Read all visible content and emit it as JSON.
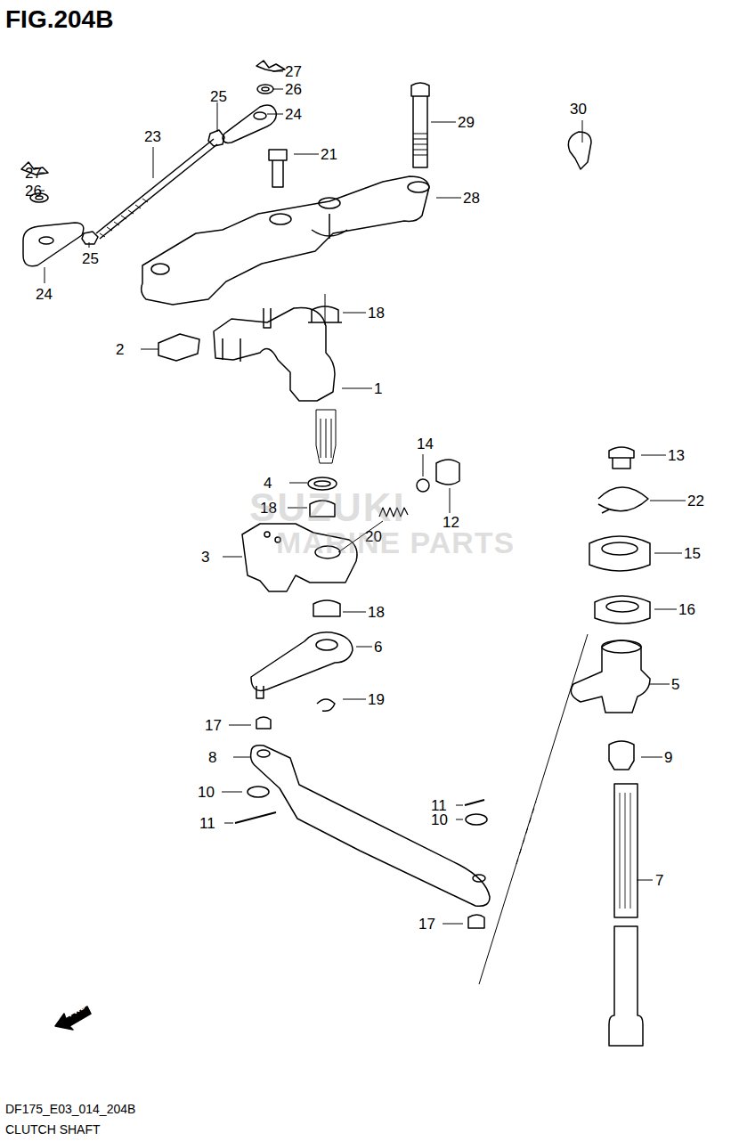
{
  "diagram": {
    "title": "FIG.204B",
    "caption": "CLUTCH SHAFT",
    "labels": [
      "27",
      "26",
      "25",
      "24",
      "29",
      "30",
      "23",
      "21",
      "27",
      "26",
      "28",
      "25",
      "24",
      "18",
      "2",
      "1",
      "14",
      "13",
      "4",
      "22",
      "18",
      "12",
      "20",
      "15",
      "3",
      "16",
      "18",
      "6",
      "5",
      "19",
      "17",
      "9",
      "8",
      "10",
      "11",
      "10",
      "11",
      "7",
      "17",
      "FWD",
      "DF175_E03_014_204B",
      "SUZUKI",
      "MARINE PARTS"
    ]
  }
}
